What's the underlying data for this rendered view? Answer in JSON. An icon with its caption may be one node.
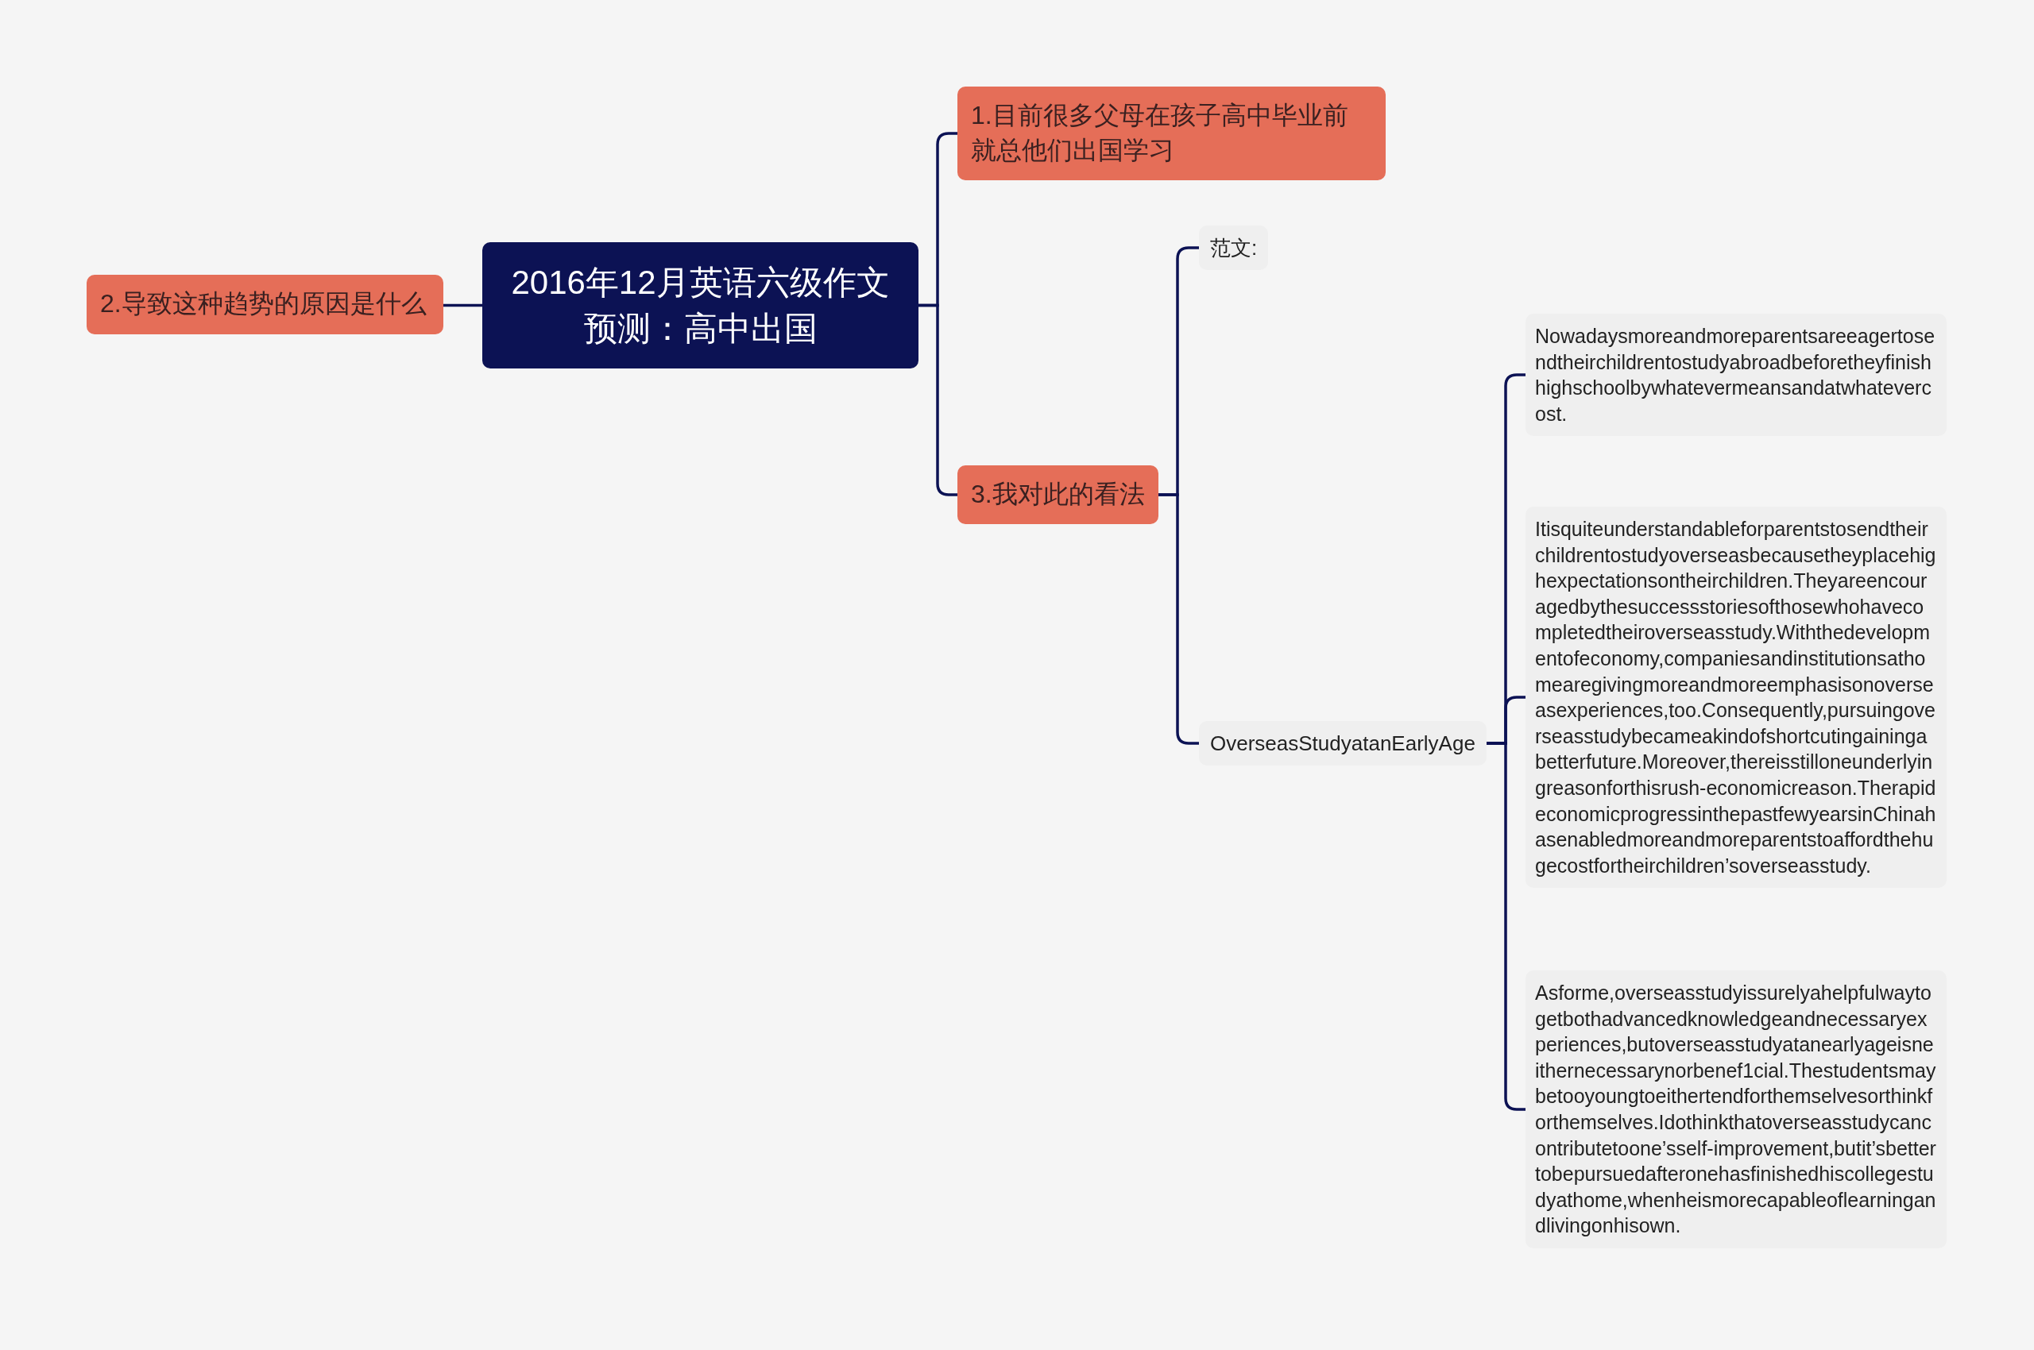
{
  "diagram": {
    "nodes": [
      {
        "text": [
          "2016年12月英语六级作文预测：高中出国"
        ]
      },
      {
        "text": [
          "1.目前很多父母在孩子高中毕业前就总他们出国学习"
        ]
      },
      {
        "text": [
          "2.导致这种趋势的原因是什么"
        ]
      },
      {
        "text": [
          "3.我对此的看法"
        ]
      },
      {
        "text": [
          "范文:"
        ]
      },
      {
        "text": [
          "OverseasStudyatanEarlyAge"
        ]
      },
      {
        "text": [
          "Nowadaysmoreandmoreparentsareeagertosendtheirchildrentostudyabroadbeforetheyfinishhighschoolbywhatevermeansandatwhatevercost."
        ]
      },
      {
        "text": [
          "Itisquiteunderstandableforparentstosendtheirchildrentostudyoverseasbecausetheyplacehighexpectationsontheirchildren.Theyareencouragedbythesuccessstoriesofthosewhohavecompletedtheiroverseasstudy.Withthedevelopmentofeconomy,companiesandinstitutionsathomearegivingmoreandmoreemphasisonoverseasexperiences,too.Consequently,pursuingoverseasstudybecameakindofshortcutingainingabetterfuture.Moreover,thereisstilloneunderlyingreasonforthisrush-economicreason.TherapideconomicprogressinthepastfewyearsinChinahasenabledmoreandmoreparentstoaffordthehugecostfortheirchildren’soverseasstudy."
        ]
      },
      {
        "text": [
          "Asforme,overseasstudyissurelyahelpfulwaytogetbothadvancedknowledgeandnecessaryexperiences,butoverseasstudyatanearlyageisneithernecessarynorbenef1cial.Thestudentsmaybetooyoungtoeithertendforthemselvesorthinkforthemselves.Idothinkthatoverseasstudycancontributetoone’sself-improvement,butit’sbettertobepursuedafteronehasfinishedhiscollegestudyathome,whenheismorecapableoflearningandlivingonhisown."
        ]
      }
    ],
    "edges": [
      {
        "from": 0,
        "to": 1,
        "arrow": "none"
      },
      {
        "from": 0,
        "to": 2,
        "arrow": "none"
      },
      {
        "from": 0,
        "to": 3,
        "arrow": "none"
      },
      {
        "from": 3,
        "to": 4,
        "arrow": "none"
      },
      {
        "from": 3,
        "to": 5,
        "arrow": "none"
      },
      {
        "from": 5,
        "to": 6,
        "arrow": "none"
      },
      {
        "from": 5,
        "to": 7,
        "arrow": "none"
      },
      {
        "from": 5,
        "to": 8,
        "arrow": "none"
      }
    ]
  }
}
